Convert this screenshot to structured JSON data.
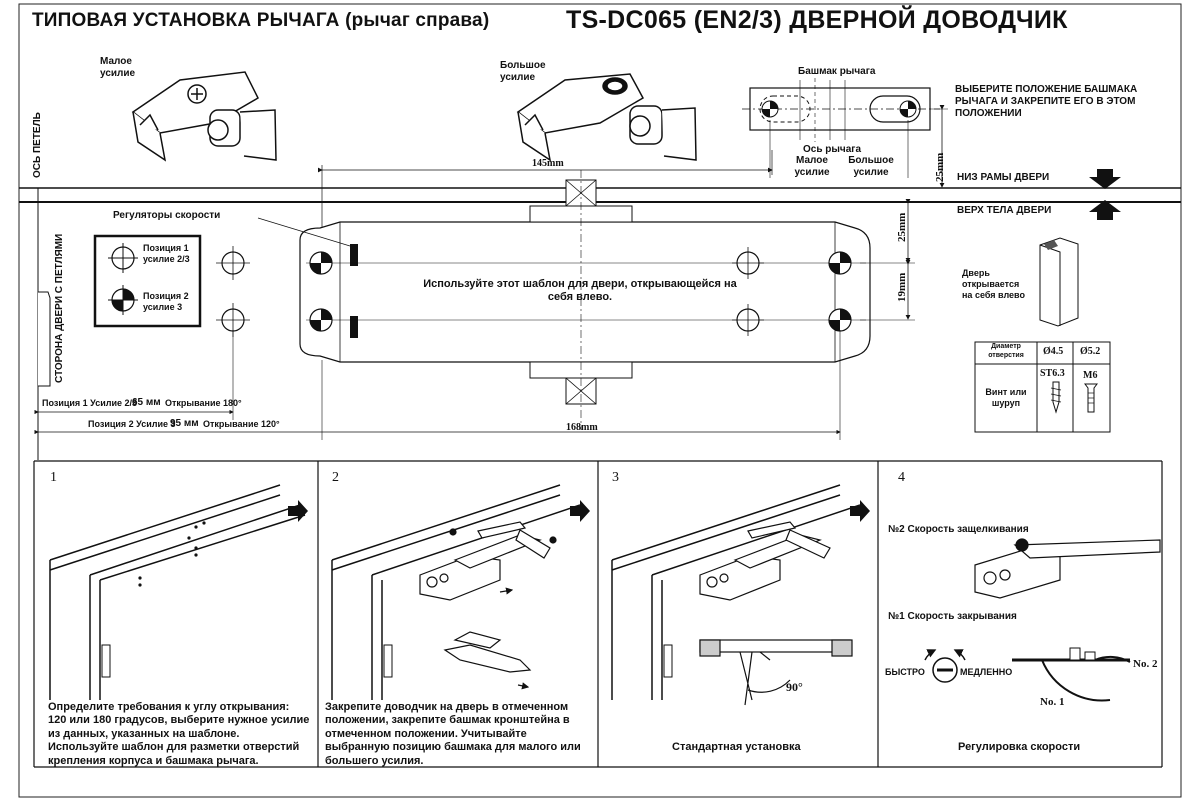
{
  "title": {
    "left": "ТИПОВАЯ УСТАНОВКА РЫЧАГА (рычаг справа)",
    "right": "TS-DC065 (EN2/3) ДВЕРНОЙ ДОВОДЧИК"
  },
  "top": {
    "small_force": "Малое\nусилие",
    "big_force": "Большое\nусилие",
    "shoe_title": "Башмак рычага",
    "shoe_instruction": "ВЫБЕРИТЕ ПОЛОЖЕНИЕ БАШМАКА\nРЫЧАГА И ЗАКРЕПИТЕ ЕГО В ЭТОМ\nПОЛОЖЕНИИ",
    "lever_axis": "Ось рычага",
    "small": "Малое\nусилие",
    "big": "Большое\nусилие",
    "dim_25_top": "25mm",
    "dim_145": "145mm",
    "frame_bottom": "НИЗ РАМЫ ДВЕРИ",
    "door_top": "ВЕРХ ТЕЛА ДВЕРИ",
    "hinge_axis": "ОСЬ ПЕТЕЛЬ"
  },
  "template": {
    "speed_regulators": "Регуляторы скорости",
    "hinge_side": "СТОРОНА ДВЕРИ С ПЕТЛЯМИ",
    "pos1": "Позиция 1\nусилие 2/3",
    "pos2": "Позиция 2\nусилие 3",
    "note": "Используйте этот шаблон для двери, открывающейся на\nсебя влево.",
    "dim_25_right": "25mm",
    "dim_19": "19mm",
    "dim_168": "168mm",
    "row1_prefix": "Позиция 1  Усилие 2/3",
    "row1_value": "65 мм",
    "row1_suffix": "Открывание 180°",
    "row2_prefix": "Позиция 2  Усилие 3",
    "row2_value": "95 мм",
    "row2_suffix": "Открывание 120°"
  },
  "door_info": {
    "label": "Дверь\nоткрывается\nна себя влево"
  },
  "table": {
    "hole_header": "Диаметр\nотверстия",
    "d1": "Ø4.5",
    "d2": "Ø5.2",
    "screw_label": "Винт или\nшуруп",
    "st": "ST6.3",
    "m6": "M6"
  },
  "steps": [
    {
      "num": "1",
      "text": "Определите требования к углу открывания: 120 или 180 градусов, выберите нужное усилие из данных, указанных на шаблоне. Используйте шаблон для разметки отверстий крепления корпуса и башмака рычага."
    },
    {
      "num": "2",
      "text": "Закрепите доводчик на дверь в отмеченном положении, закрепите башмак кронштейна в отмеченном положении. Учитывайте выбранную позицию башмака для малого или большего усилия."
    },
    {
      "num": "3",
      "text": "Стандартная установка",
      "angle": "90°"
    },
    {
      "num": "4",
      "text": "Регулировка скорости",
      "speed2": "№2 Скорость защелкивания",
      "speed1": "№1 Скорость закрывания",
      "fast": "БЫСТРО",
      "slow": "МЕДЛЕННО",
      "no1": "No. 1",
      "no2": "No. 2"
    }
  ]
}
